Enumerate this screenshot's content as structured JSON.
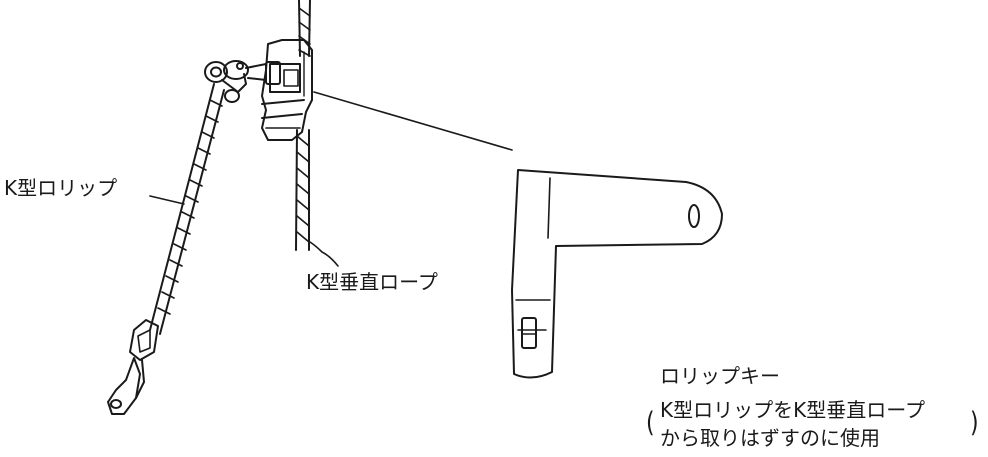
{
  "labels": {
    "lollip": "K型ロリップ",
    "vertical_rope": "K型垂直ロープ",
    "key": "ロリップキー",
    "note_line1": "K型ロリップをK型垂直ロープ",
    "note_line2": "から取りはずすのに使用"
  },
  "colors": {
    "line": "#1a1a1a",
    "background": "#ffffff"
  }
}
